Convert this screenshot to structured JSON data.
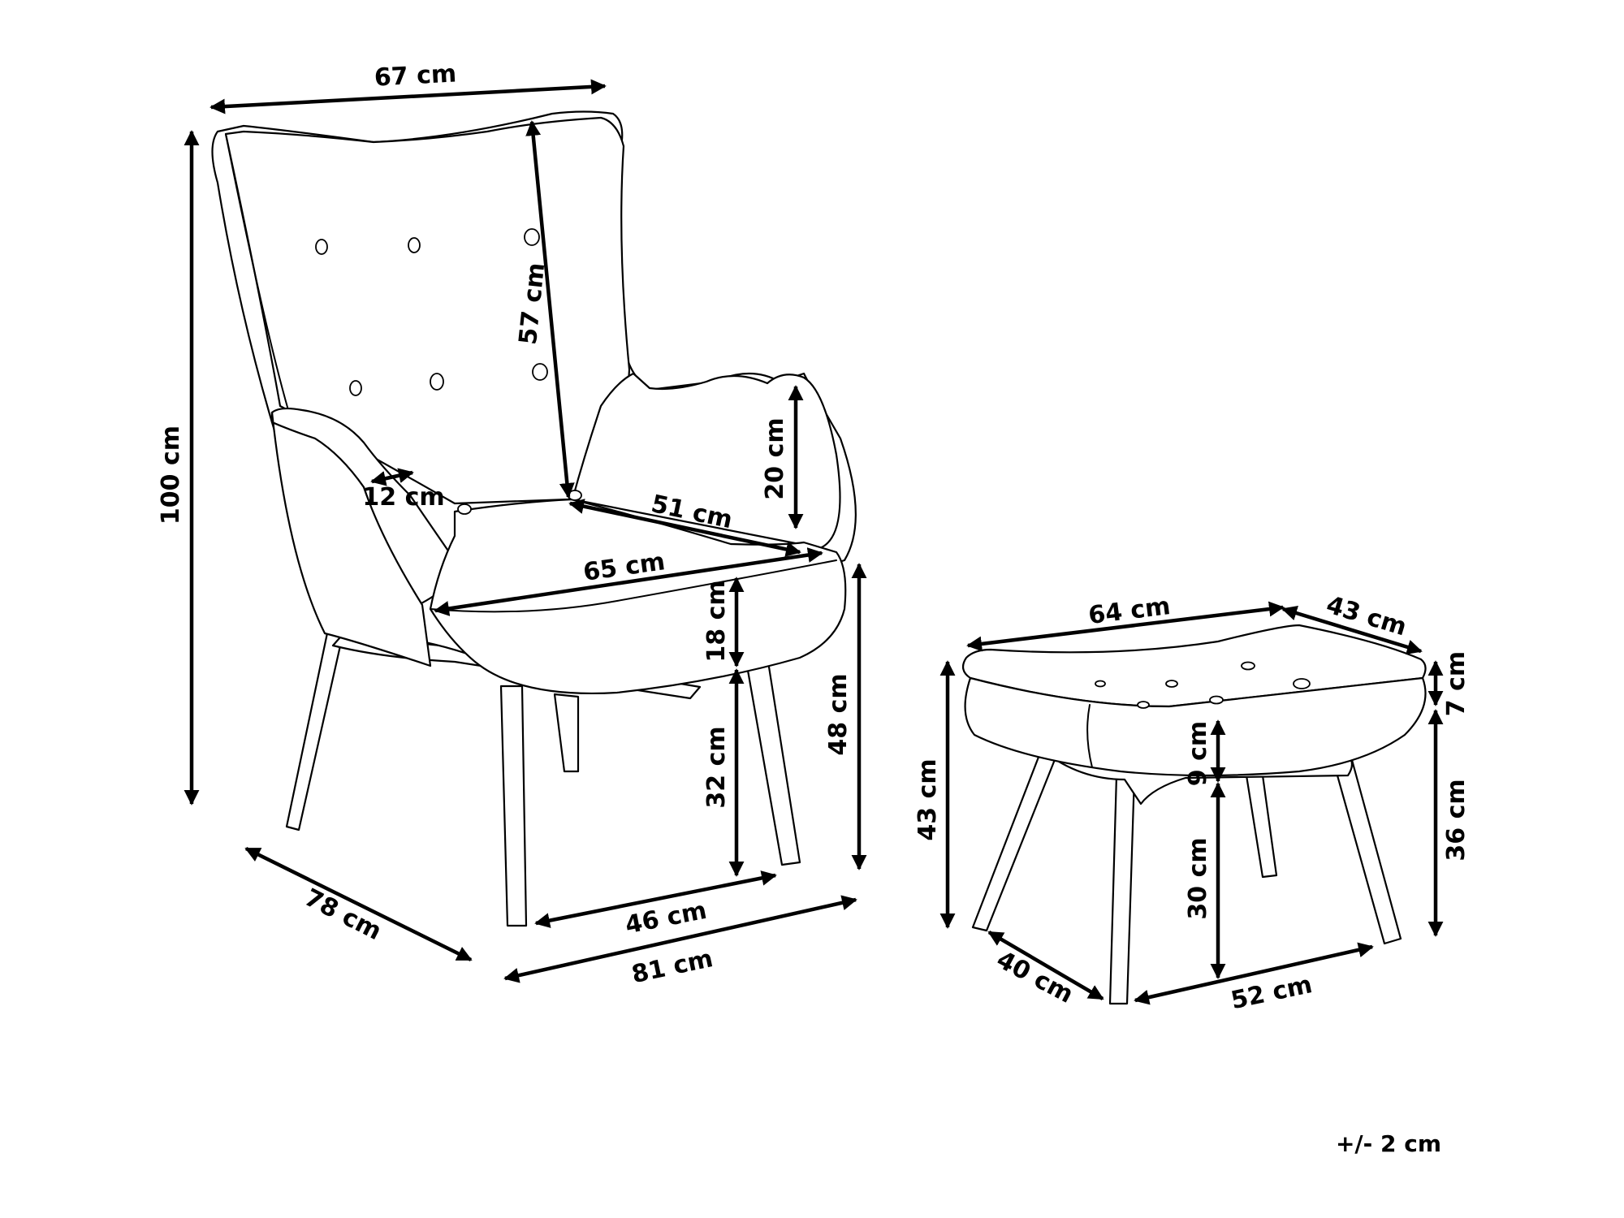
{
  "armchair": {
    "dims": {
      "width_top": "67 cm",
      "height_total": "100 cm",
      "backrest": "57 cm",
      "arm_height": "20 cm",
      "arm_width": "12 cm",
      "seat_depth": "51 cm",
      "seat_width": "65 cm",
      "seat_thickness": "18 cm",
      "under_seat": "32 cm",
      "seat_height": "48 cm",
      "depth": "78 cm",
      "leg_span": "46 cm",
      "width_base": "81 cm"
    }
  },
  "ottoman": {
    "dims": {
      "width_top": "64 cm",
      "depth_top": "43 cm",
      "cushion": "7 cm",
      "height_total": "43 cm",
      "frame": "9 cm",
      "side_height": "36 cm",
      "leg_height": "30 cm",
      "depth_base": "40 cm",
      "width_base": "52 cm"
    }
  },
  "tolerance": "+/- 2 cm"
}
